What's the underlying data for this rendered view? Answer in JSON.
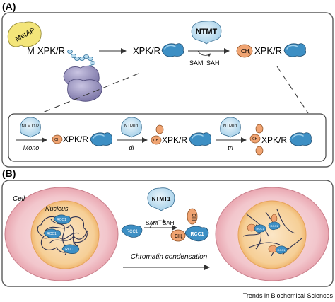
{
  "panelA": {
    "label": "(A)",
    "metap": "MetAP",
    "m": "M",
    "xpkr": "XPK/R",
    "ntmt": "NTMT",
    "sam": "SAM",
    "sah": "SAH",
    "ch3": "CH",
    "ch3_sub": "3",
    "inset": {
      "ntmt12": "NTMT1/2",
      "ntmt1": "NTMT1",
      "mono": "Mono",
      "di": "di",
      "tri": "tri"
    }
  },
  "panelB": {
    "label": "(B)",
    "cell": "Cell",
    "nucleus": "Nucleus",
    "rcc1": "RCC1",
    "ntmt1": "NTMT1",
    "sam": "SAM",
    "sah": "SAH",
    "ch3": "CH",
    "ch3_sub": "3",
    "condensation": "Chromatin condensation"
  },
  "footer": "Trends in Biochemical Sciences",
  "colors": {
    "panel_border": "#5a5a5a",
    "protein_blue": "#3d8fc4",
    "protein_light": "#b9dcef",
    "methyl_orange": "#f0a472",
    "metap_yellow": "#f3e57a",
    "ribosome": "#9a95bf",
    "cell_pink": "#f3c9cf",
    "nucleus_orange": "#f7d39e"
  }
}
